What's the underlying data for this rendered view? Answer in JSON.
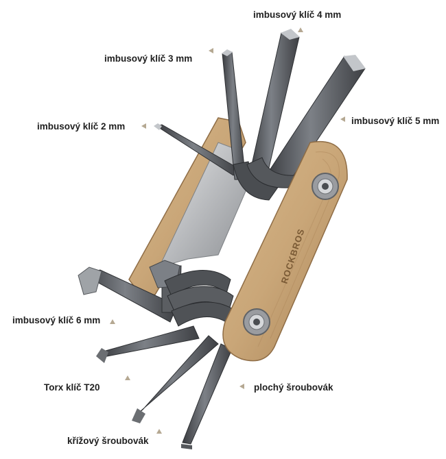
{
  "product": {
    "brand_engraving": "ROCKBROS"
  },
  "labels": {
    "hex4": "imbusový klíč 4 mm",
    "hex3": "imbusový klíč 3 mm",
    "hex2": "imbusový klíč 2 mm",
    "hex5": "imbusový klíč 5 mm",
    "hex6": "imbusový klíč 6 mm",
    "torx": "Torx klíč T20",
    "flat": "plochý šroubovák",
    "phillips": "křížový šroubovák"
  },
  "colors": {
    "background": "#ffffff",
    "wood": "#c9a678",
    "steel": "#5b5e62",
    "label_text": "#1f1f1f",
    "arrow": "#b5a892"
  }
}
